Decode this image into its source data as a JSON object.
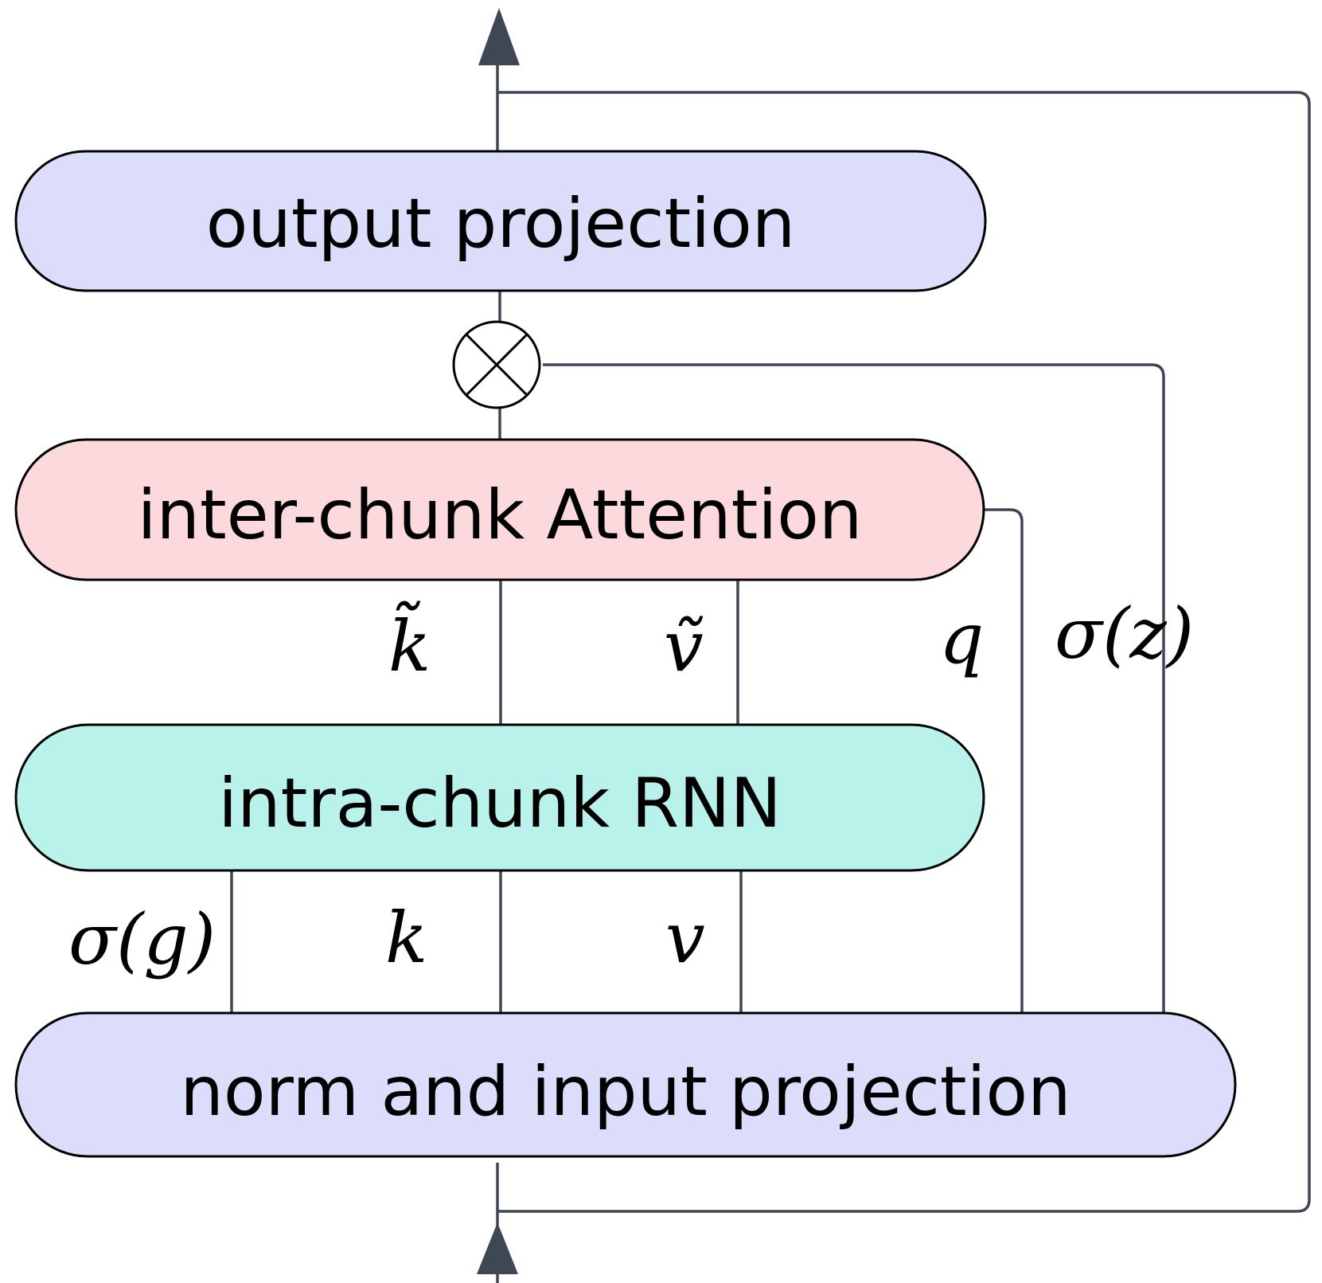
{
  "colors": {
    "projection_fill": "#dcdcfb",
    "attention_fill": "#fcd9dc",
    "rnn_fill": "#b8f2ea",
    "wire": "#3f4754",
    "arrowhead": "#3f4754",
    "outline": "#000000"
  },
  "blocks": {
    "output_projection": "output projection",
    "inter_chunk_attention": "inter-chunk Attention",
    "intra_chunk_rnn": "intra-chunk RNN",
    "norm_input_projection": "norm and input projection"
  },
  "operators": {
    "multiply": "⊗"
  },
  "labels": {
    "k_tilde": "k̃",
    "v_tilde": "ṽ",
    "q": "q",
    "sigma_z": "σ(z)",
    "sigma_g": "σ(g)",
    "k": "k",
    "v": "v"
  },
  "icons": {
    "output_arrow": "arrow-up-icon",
    "input_arrow": "arrow-up-icon",
    "multiply": "multiply-circle-icon"
  }
}
